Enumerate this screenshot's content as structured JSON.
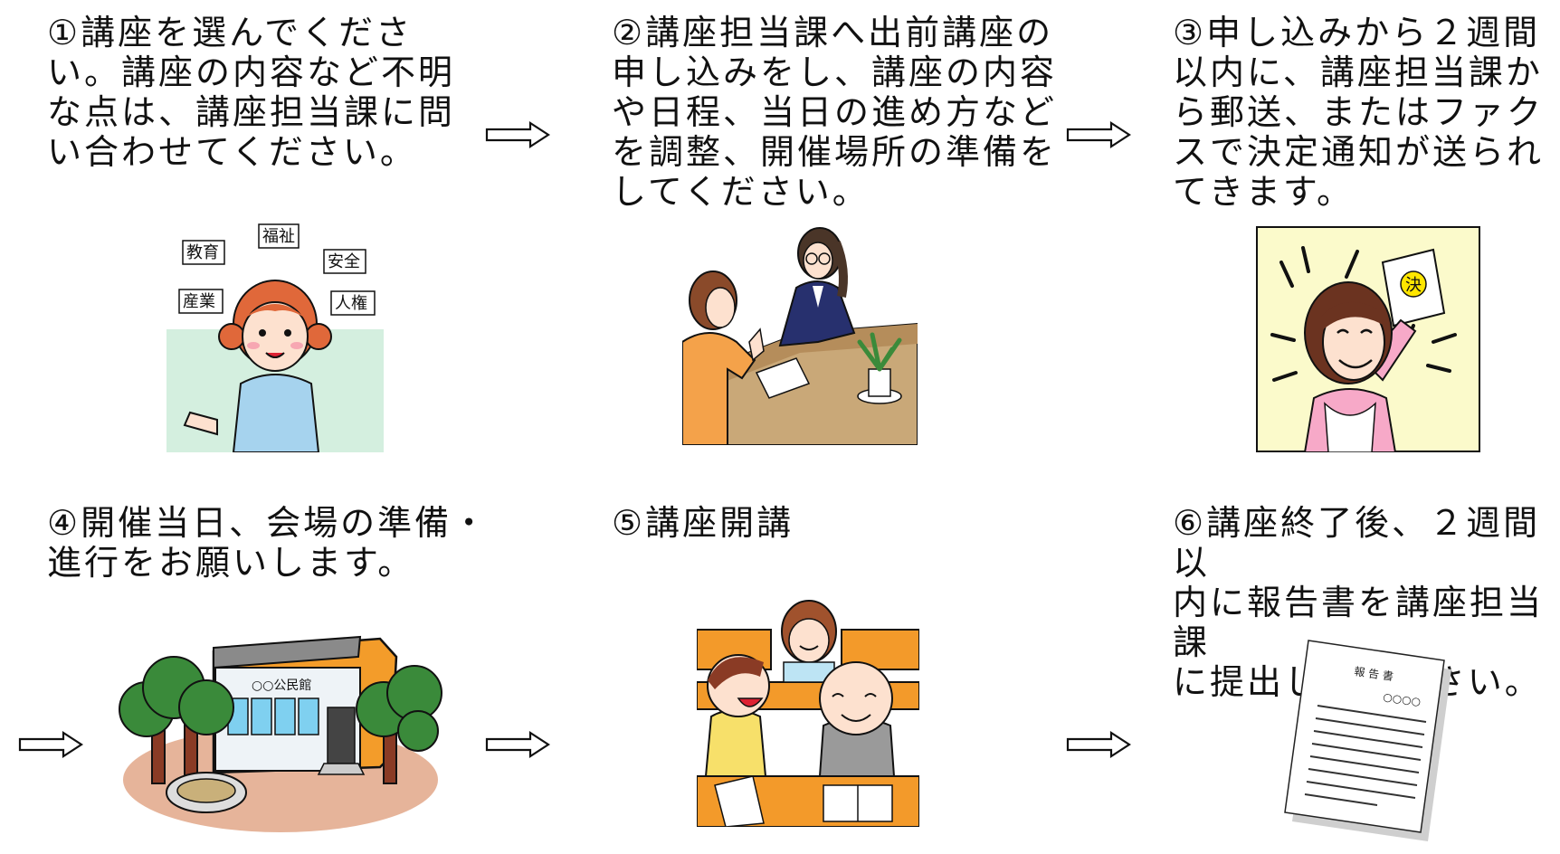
{
  "steps": [
    {
      "text": "①講座を選んでくださ\nい。講座の内容など不明\nな点は、講座担当課に問\nい合わせてください。"
    },
    {
      "text": "②講座担当課へ出前講座の\n申し込みをし、講座の内容\nや日程、当日の進め方など\nを調整、開催場所の準備を\nしてください。"
    },
    {
      "text": "③申し込みから２週間\n以内に、講座担当課か\nら郵送、またはファク\nスで決定通知が送られ\nてきます。"
    },
    {
      "text": "④開催当日、会場の準備・\n進行をお願いします。"
    },
    {
      "text": "⑤講座開講"
    },
    {
      "text": "⑥講座終了後、２週間以\n内に報告書を講座担当課\nに提出してください。"
    }
  ],
  "illustrations": {
    "topic_labels": [
      "福祉",
      "教育",
      "安全",
      "産業",
      "人権"
    ],
    "notice_stamp": "決",
    "building_sign": "○○公民館",
    "report_title": "報 告 書",
    "report_circles": "○○○○"
  }
}
